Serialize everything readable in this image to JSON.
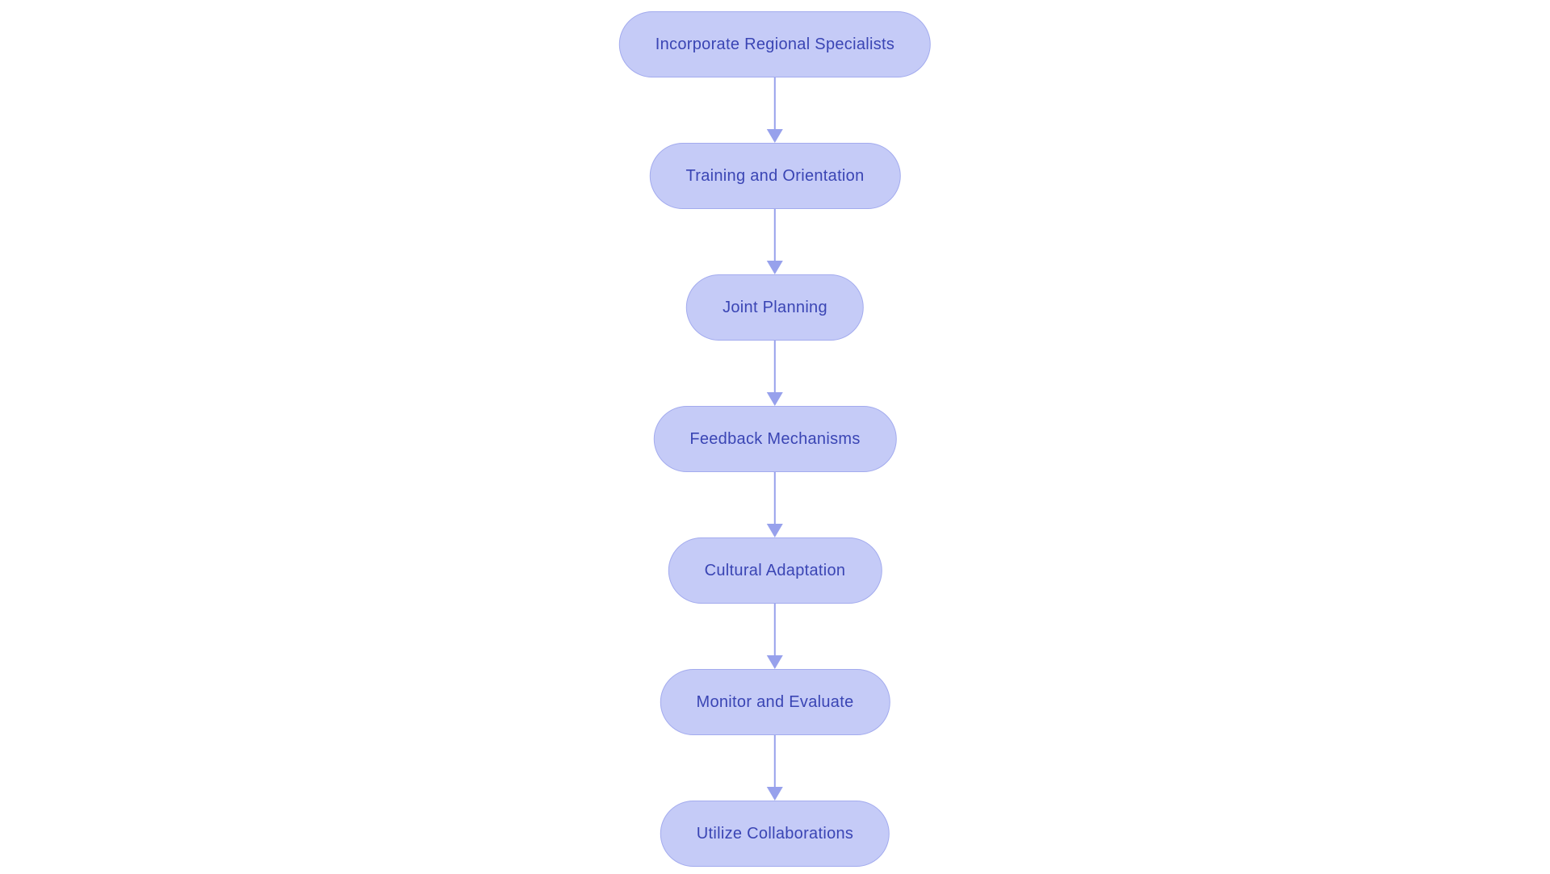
{
  "page": {
    "background_color": "#ffffff"
  },
  "flowchart": {
    "type": "flow",
    "direction": "top-to-bottom",
    "node_fill_color": "#c5cbf7",
    "node_border_color": "#a3abee",
    "node_text_color": "#3a45b4",
    "arrow_color": "#97a1ec",
    "nodes": [
      {
        "label": "Incorporate Regional Specialists"
      },
      {
        "label": "Training and Orientation"
      },
      {
        "label": "Joint Planning"
      },
      {
        "label": "Feedback Mechanisms"
      },
      {
        "label": "Cultural Adaptation"
      },
      {
        "label": "Monitor and Evaluate"
      },
      {
        "label": "Utilize Collaborations"
      }
    ],
    "edges": [
      {
        "from": "Incorporate Regional Specialists",
        "to": "Training and Orientation"
      },
      {
        "from": "Training and Orientation",
        "to": "Joint Planning"
      },
      {
        "from": "Joint Planning",
        "to": "Feedback Mechanisms"
      },
      {
        "from": "Feedback Mechanisms",
        "to": "Cultural Adaptation"
      },
      {
        "from": "Cultural Adaptation",
        "to": "Monitor and Evaluate"
      },
      {
        "from": "Monitor and Evaluate",
        "to": "Utilize Collaborations"
      }
    ]
  }
}
